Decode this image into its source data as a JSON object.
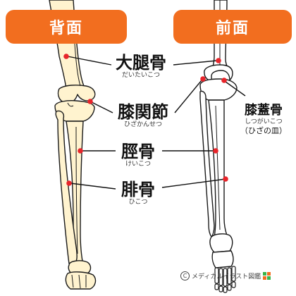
{
  "tabs": {
    "back": "背面",
    "front": "前面"
  },
  "labels": {
    "femur": {
      "name": "大腿骨",
      "reading": "だいたいこつ"
    },
    "knee": {
      "name": "膝関節",
      "reading": "ひざかんせつ"
    },
    "tibia": {
      "name": "脛骨",
      "reading": "けいこつ"
    },
    "fibula": {
      "name": "腓骨",
      "reading": "ひこつ"
    },
    "patella": {
      "name": "膝蓋骨",
      "reading": "しつがいこつ",
      "alt": "（ひざの皿）"
    }
  },
  "credit": {
    "symbol": "C",
    "text": "メディカルイラスト図鑑"
  },
  "colors": {
    "tab": "#F26E1F",
    "bone_fill": "#FFF3CF",
    "marker": "#E8242A",
    "line": "#111111",
    "credit_green": "#39B54A"
  }
}
